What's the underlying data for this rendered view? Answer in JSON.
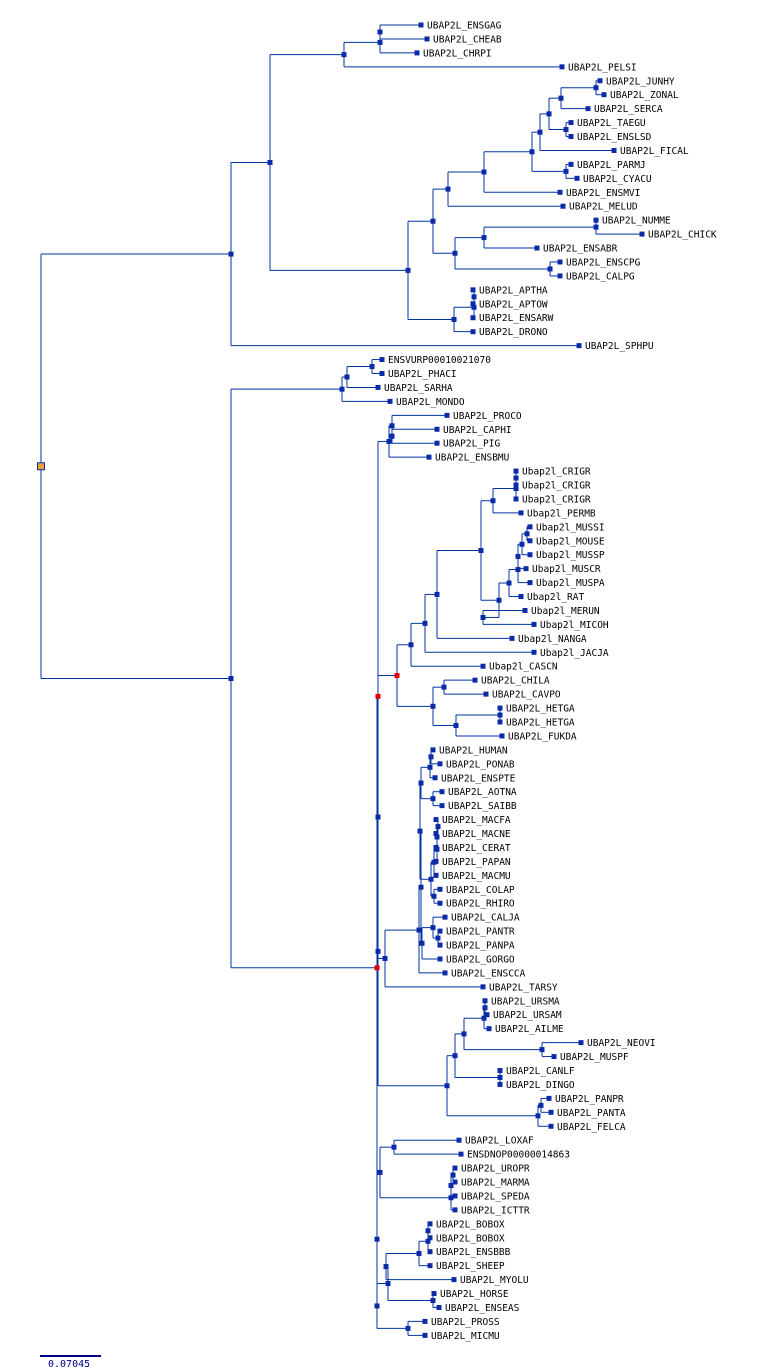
{
  "colors": {
    "branch": "#0033a0",
    "node": "#0a2aa8",
    "root_node_fill": "#e9a23a",
    "duplication_node": "#e00000",
    "highlight_branch": "#44bb44"
  },
  "scale_bar": {
    "label": "0.07045"
  },
  "leaves": [
    "UBAP2L_ENSGAG",
    "UBAP2L_CHEAB",
    "UBAP2L_CHRPI",
    "UBAP2L_PELSI",
    "UBAP2L_JUNHY",
    "UBAP2L_ZONAL",
    "UBAP2L_SERCA",
    "UBAP2L_TAEGU",
    "UBAP2L_ENSLSD",
    "UBAP2L_FICAL",
    "UBAP2L_PARMJ",
    "UBAP2L_CYACU",
    "UBAP2L_ENSMVI",
    "UBAP2L_MELUD",
    "UBAP2L_NUMME",
    "UBAP2L_CHICK",
    "UBAP2L_ENSABR",
    "UBAP2L_ENSCPG",
    "UBAP2L_CALPG",
    "UBAP2L_APTHA",
    "UBAP2L_APTOW",
    "UBAP2L_ENSARW",
    "UBAP2L_DRONO",
    "UBAP2L_SPHPU",
    "ENSVURP00010021070",
    "UBAP2L_PHACI",
    "UBAP2L_SARHA",
    "UBAP2L_MONDO",
    "UBAP2L_PROCO",
    "UBAP2L_CAPHI",
    "UBAP2L_PIG",
    "UBAP2L_ENSBMU",
    "Ubap2l_CRIGR",
    "Ubap2l_CRIGR",
    "Ubap2l_CRIGR",
    "Ubap2l_PERMB",
    "Ubap2l_MUSSI",
    "Ubap2l_MOUSE",
    "Ubap2l_MUSSP",
    "Ubap2l_MUSCR",
    "Ubap2l_MUSPA",
    "Ubap2l_RAT",
    "Ubap2l_MERUN",
    "Ubap2l_MICOH",
    "Ubap2l_NANGA",
    "Ubap2l_JACJA",
    "Ubap2l_CASCN",
    "UBAP2L_CHILA",
    "UBAP2L_CAVPO",
    "UBAP2L_HETGA",
    "UBAP2L_HETGA",
    "UBAP2L_FUKDA",
    "UBAP2L_HUMAN",
    "UBAP2L_PONAB",
    "UBAP2L_ENSPTE",
    "UBAP2L_AOTNA",
    "UBAP2L_SAIBB",
    "UBAP2L_MACFA",
    "UBAP2L_MACNE",
    "UBAP2L_CERAT",
    "UBAP2L_PAPAN",
    "UBAP2L_MACMU",
    "UBAP2L_COLAP",
    "UBAP2L_RHIRO",
    "UBAP2L_CALJA",
    "UBAP2L_PANTR",
    "UBAP2L_PANPA",
    "UBAP2L_GORGO",
    "UBAP2L_ENSCCA",
    "UBAP2L_TARSY",
    "UBAP2L_URSMA",
    "UBAP2L_URSAM",
    "UBAP2L_AILME",
    "UBAP2L_NEOVI",
    "UBAP2L_MUSPF",
    "UBAP2L_CANLF",
    "UBAP2L_DINGO",
    "UBAP2L_PANPR",
    "UBAP2L_PANTA",
    "UBAP2L_FELCA",
    "UBAP2L_LOXAF",
    "ENSDNOP00000014863",
    "UBAP2L_UROPR",
    "UBAP2L_MARMA",
    "UBAP2L_SPEDA",
    "UBAP2L_ICTTR",
    "UBAP2L_BOBOX",
    "UBAP2L_BOBOX",
    "UBAP2L_ENSBBB",
    "UBAP2L_SHEEP",
    "UBAP2L_MYOLU",
    "UBAP2L_HORSE",
    "UBAP2L_ENSEAS",
    "UBAP2L_PROSS",
    "UBAP2L_MICMU"
  ]
}
